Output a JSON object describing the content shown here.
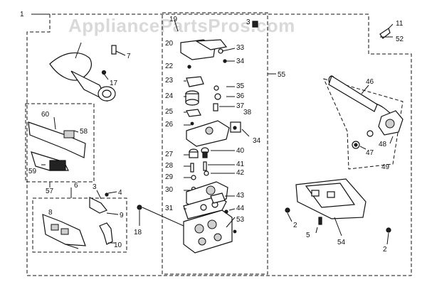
{
  "watermark": "AppliancePartsPros.com",
  "labels": {
    "l1": "1",
    "l2a": "2",
    "l2b": "2",
    "l3a": "3",
    "l3b": "3",
    "l4": "4",
    "l5": "5",
    "l6": "6",
    "l7": "7",
    "l8": "8",
    "l9": "9",
    "l10": "10",
    "l11": "11",
    "l17": "17",
    "l18": "18",
    "l19": "19",
    "l20": "20",
    "l22": "22",
    "l23": "23",
    "l24": "24",
    "l25": "25",
    "l26": "26",
    "l27": "27",
    "l28": "28",
    "l29": "29",
    "l30": "30",
    "l31": "31",
    "l33": "33",
    "l34a": "34",
    "l34b": "34",
    "l35": "35",
    "l36": "36",
    "l37": "37",
    "l38": "38",
    "l40": "40",
    "l41": "41",
    "l42": "42",
    "l43": "43",
    "l44": "44",
    "l46": "46",
    "l47": "47",
    "l48": "48",
    "l49": "49",
    "l52": "52",
    "l53": "53",
    "l54": "54",
    "l55": "55",
    "l57": "57",
    "l58": "58",
    "l59": "59",
    "l60": "60"
  }
}
